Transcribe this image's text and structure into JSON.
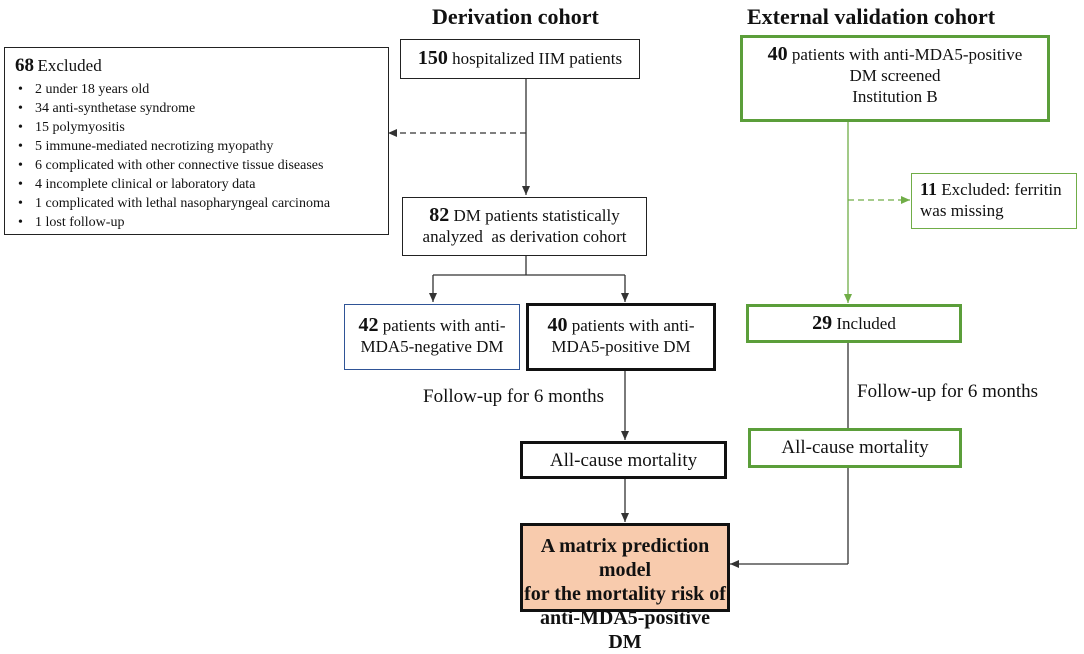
{
  "headings": {
    "derivation": "Derivation cohort",
    "external": "External validation cohort"
  },
  "excluded": {
    "count": "68",
    "label": "Excluded",
    "items": [
      "2 under 18 years old",
      "34 anti-synthetase syndrome",
      "15 polymyositis",
      "5 immune-mediated necrotizing myopathy",
      "6 complicated with other connective tissue diseases",
      "4 incomplete clinical or laboratory data",
      "1 complicated with lethal nasopharyngeal carcinoma",
      "1 lost follow-up"
    ]
  },
  "hospitalized": {
    "count": "150",
    "text": "hospitalized IIM patients"
  },
  "dm_analyzed": {
    "count": "82",
    "line1": "DM patients statistically",
    "line2": "analyzed  as derivation cohort"
  },
  "negative": {
    "count": "42",
    "line1": "patients with anti-",
    "line2": "MDA5-negative DM"
  },
  "positive": {
    "count": "40",
    "line1": "patients with anti-",
    "line2": "MDA5-positive DM"
  },
  "followup_left": "Follow-up for 6 months",
  "mortality_left": "All-cause mortality",
  "final": {
    "line1": "A matrix prediction model",
    "line2": "for the mortality risk of",
    "line3": "anti-MDA5-positive DM"
  },
  "ext_screened": {
    "count": "40",
    "line1": "patients with anti-MDA5-positive",
    "line2": "DM screened",
    "line3": "Institution B"
  },
  "ext_excluded": {
    "count": "11",
    "line1": "Excluded: ferritin",
    "line2": "was missing"
  },
  "ext_included": {
    "count": "29",
    "text": "Included"
  },
  "followup_right": "Follow-up for 6 months",
  "mortality_right": "All-cause mortality",
  "colors": {
    "green": "#5b9e3a",
    "blue": "#2f5496",
    "final_fill": "#f8cbad"
  }
}
